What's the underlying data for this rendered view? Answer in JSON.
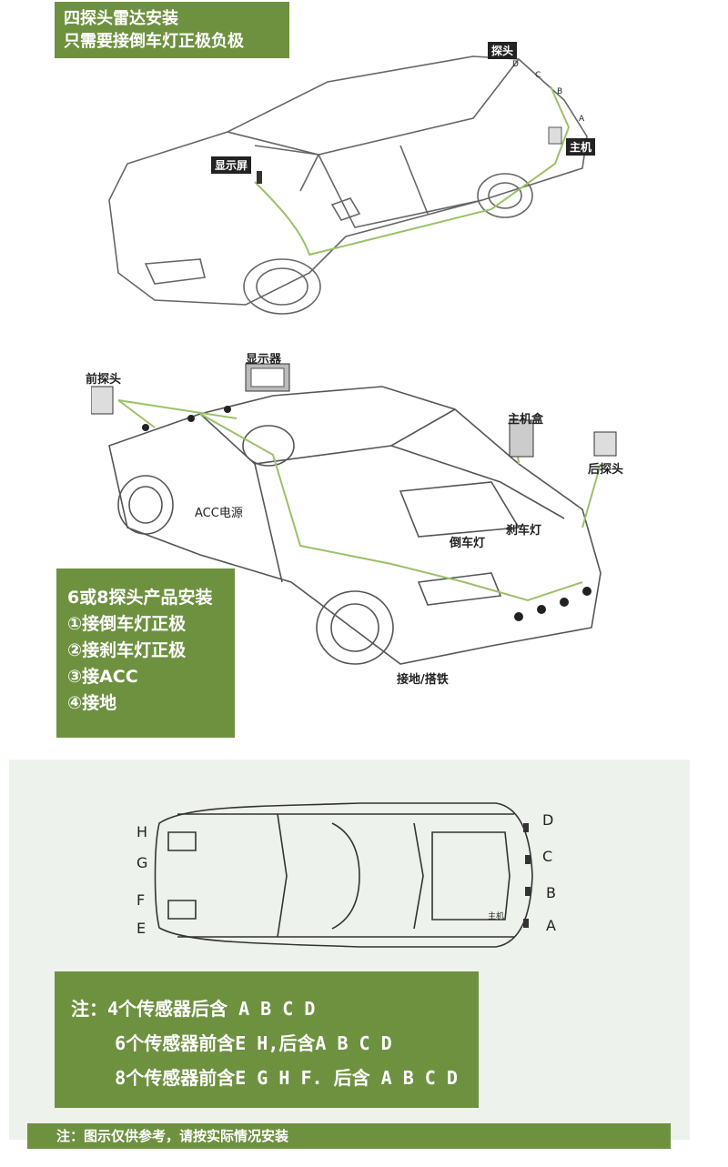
{
  "section1": {
    "label_lines": [
      "四探头雷达安装",
      "只需要接倒车灯正极负极"
    ],
    "callouts": {
      "probe": "探头",
      "host": "主机",
      "display": "显示屏"
    },
    "letters": [
      "D",
      "C",
      "B",
      "A"
    ]
  },
  "section2": {
    "callouts": {
      "display": "显示器",
      "front_probe": "前探头",
      "host_box": "主机盒",
      "rear_probe": "后探头",
      "acc": "ACC电源",
      "reverse_light": "倒车灯",
      "brake_light": "刹车灯",
      "ground": "接地/搭铁"
    },
    "label_lines": [
      "6或8探头产品安装",
      "①接倒车灯正极",
      "②接刹车灯正极",
      "③接ACC",
      "④接地"
    ]
  },
  "section3": {
    "left_letters": [
      "H",
      "G",
      "F",
      "E"
    ],
    "right_letters": [
      "D",
      "C",
      "B",
      "A"
    ],
    "host_label": "主机",
    "note_lines": [
      "注：4个传感器后含 A B C D",
      "    6个传感器前含E H,后含A B C D",
      "    8个传感器前含E G H F. 后含 A B C D"
    ]
  },
  "footer": "注：图示仅供参考，请按实际情况安装"
}
